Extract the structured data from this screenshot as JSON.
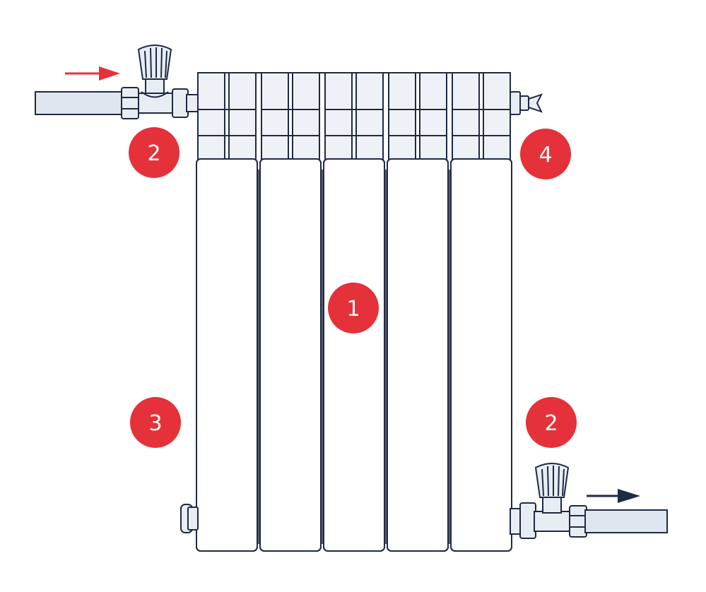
{
  "colors": {
    "outline": "#1f2a44",
    "badge": "#e5313a",
    "badge_text": "#ffffff",
    "inlet_arrow": "#e5313a",
    "outlet_arrow": "#1f2a44",
    "pipe_fill": "#dfe6ee",
    "metal_fill": "#e8edf3",
    "section_fill": "#ffffff"
  },
  "callouts": [
    {
      "id": "badge-1",
      "label": "1"
    },
    {
      "id": "badge-2-top",
      "label": "2"
    },
    {
      "id": "badge-4",
      "label": "4"
    },
    {
      "id": "badge-3",
      "label": "3"
    },
    {
      "id": "badge-2-bottom",
      "label": "2"
    }
  ],
  "radiator": {
    "section_count": 5
  },
  "icons": {
    "inlet_arrow": "arrow-right-icon",
    "outlet_arrow": "arrow-right-icon",
    "top_valve": "valve-icon",
    "bottom_valve": "valve-icon",
    "air_vent": "air-vent-icon",
    "end_plug": "plug-icon"
  }
}
